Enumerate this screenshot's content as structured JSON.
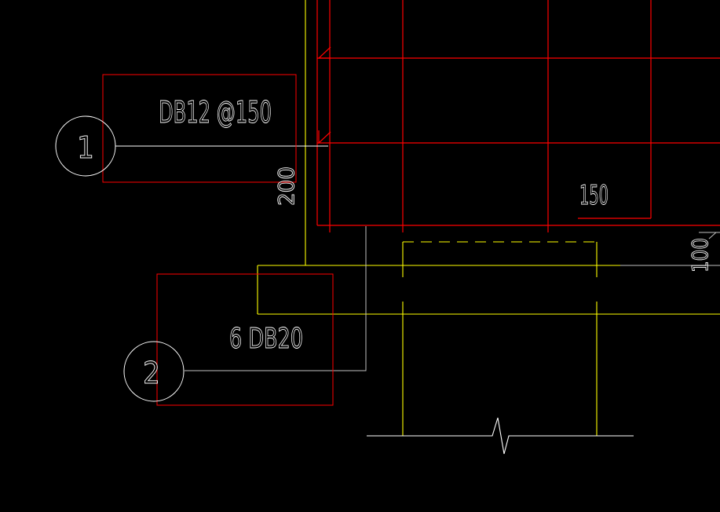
{
  "colors": {
    "background": "#000000",
    "rebar_red": "#ff0000",
    "outline_yellow": "#ffff00",
    "leader_white": "#ffffff",
    "leader_gray": "#bfbfbf"
  },
  "callouts": [
    {
      "number": "1",
      "label": "DB12 @150"
    },
    {
      "number": "2",
      "label": "6 DB20"
    }
  ],
  "dimensions": {
    "cover_left": "200",
    "spacing": "150",
    "cover_right": "100"
  }
}
